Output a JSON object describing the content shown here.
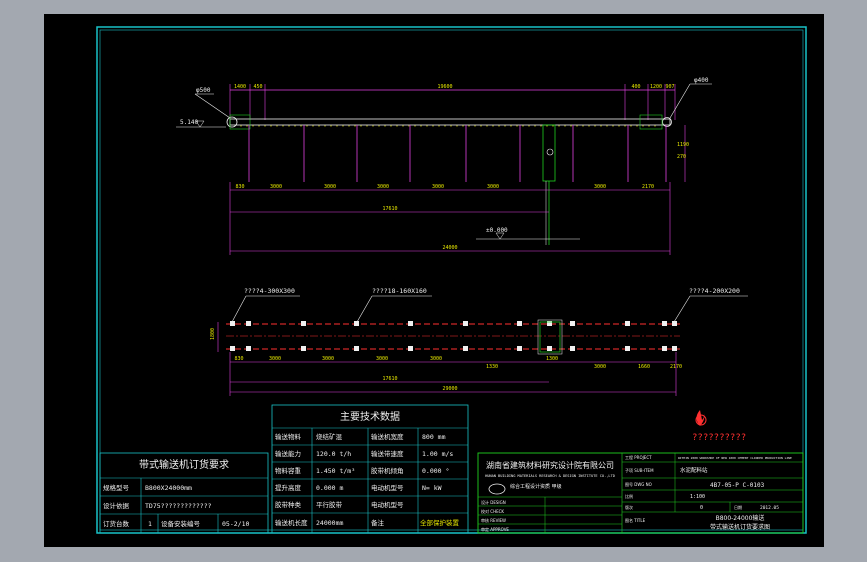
{
  "elevation": {
    "diameter_left": "φ500",
    "diameter_right": "φ400",
    "dim_head_left": "1400",
    "dim_head_left2": "450",
    "dim_total_top": "19600",
    "dim_tail_a": "400",
    "dim_tail_b": "1200",
    "dim_tail_c": "907",
    "level_top": "5.140",
    "level_ground": "±0.000",
    "dim_vertical_right": "1190",
    "dim_vertical_right2": "270",
    "spans": [
      "830",
      "3000",
      "3000",
      "3000",
      "3000",
      "3000",
      "3000",
      "2170"
    ],
    "dim_17610": "17610",
    "dim_24000": "24000"
  },
  "plan": {
    "label_left": "????4-300X300",
    "label_mid": "????18-160X160",
    "label_right": "????4-200X200",
    "dim_height": "1800",
    "spans": [
      "830",
      "3000",
      "3000",
      "3000",
      "3000",
      "1330",
      "1300",
      "3000",
      "1660",
      "2170"
    ],
    "dim_17610": "17610",
    "dim_29000": "29000"
  },
  "logo_caption": "??????????",
  "order_table": {
    "title": "带式输送机订货要求",
    "rows": [
      {
        "k": "规格型号",
        "v": "B800X24000mm"
      },
      {
        "k": "设计依据",
        "v": "TD75?????????????"
      },
      {
        "k": "订货台数",
        "v": "1",
        "k2": "设备安装编号",
        "v2": "05-2/10"
      }
    ]
  },
  "tech_table": {
    "title": "主要技术数据",
    "rows": [
      {
        "k1": "输送物料",
        "v1": "烧结矿混",
        "k2": "输送机宽度",
        "v2": "800 mm"
      },
      {
        "k1": "输送能力",
        "v1": "120.0 t/h",
        "k2": "输送带速度",
        "v2": "1.00 m/s"
      },
      {
        "k1": "物料容重",
        "v1": "1.450 t/m³",
        "k2": "胶带机倾角",
        "v2": "0.000 °"
      },
      {
        "k1": "提升高度",
        "v1": "0.000 m",
        "k2": "电动机型号",
        "v2": "N= kW"
      },
      {
        "k1": "胶带种类",
        "v1": "平行胶带",
        "k2": "电动机型号",
        "v2": ""
      },
      {
        "k1": "输送机长度",
        "v1": "24000mm",
        "k2": "备注",
        "v2": "全部保护装置"
      }
    ]
  },
  "title_block": {
    "company": "湖南省建筑材料研究设计院有限公司",
    "company_en": "HUNAN BUILDING MATERIALS RESEARCH & DESIGN INSTITUTE CO.,LTD",
    "cert": "综合工程设计资质 甲级",
    "project_label": "工程 PROJECT",
    "project_value": "WITHIN 2000 WORKSHOP OF NEW 1000 CEMENT CLINKER PRODUCTION LINE",
    "sub_label": "子项 SUB-ITEM",
    "sub_value": "水泥配料站",
    "dwg_label": "图号 DWG NO",
    "dwg_value": "4B7-05-P C-0103",
    "title_label": "图名 TITLE",
    "title_value": "B800-24000输送",
    "title_value2": "带式输送机订货要求图",
    "scale_label": "比例",
    "scale_value": "1:100",
    "ver_label": "版次",
    "ver_value": "0",
    "date_label": "日期",
    "date_value": "2012.05",
    "people": [
      "设计 DESIGN",
      "校对 CHECK",
      "审核 REVIEW",
      "审定 APPROVE"
    ]
  },
  "colors": {
    "frame": "#19c3c8",
    "paper": "#000000",
    "magenta": "#e040e0",
    "red": "#ff3030",
    "green": "#20d020",
    "yellow": "#e8e800",
    "white": "#f0f0f0",
    "outer_bg": "#a3a8b0"
  }
}
